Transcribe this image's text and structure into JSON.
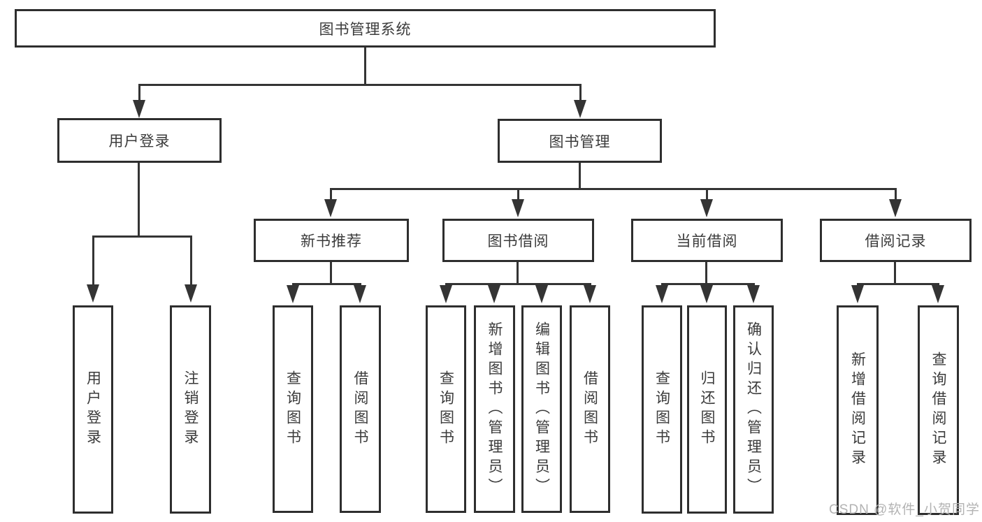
{
  "title": "图书管理系统",
  "branches": [
    {
      "label": "用户登录",
      "children": [
        {
          "label": "用户登录"
        },
        {
          "label": "注销登录"
        }
      ]
    },
    {
      "label": "图书管理",
      "children": [
        {
          "label": "新书推荐",
          "children": [
            {
              "label": "查询图书"
            },
            {
              "label": "借阅图书"
            }
          ]
        },
        {
          "label": "图书借阅",
          "children": [
            {
              "label": "查询图书"
            },
            {
              "label": "新增图书（管理员）"
            },
            {
              "label": "编辑图书（管理员）"
            },
            {
              "label": "借阅图书"
            }
          ]
        },
        {
          "label": "当前借阅",
          "children": [
            {
              "label": "查询图书"
            },
            {
              "label": "归还图书"
            },
            {
              "label": "确认归还（管理员）"
            }
          ]
        },
        {
          "label": "借阅记录",
          "children": [
            {
              "label": "新增借阅记录"
            },
            {
              "label": "查询借阅记录"
            }
          ]
        }
      ]
    }
  ],
  "watermark": "CSDN @软件_小贺同学",
  "colors": {
    "border": "#2e2e2e",
    "line": "#343434",
    "text": "#3b3b3b",
    "watermark": "#b3b3b3"
  }
}
